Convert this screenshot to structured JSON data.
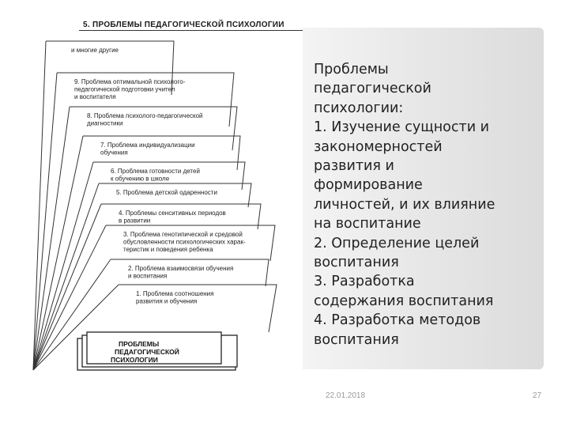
{
  "diagram": {
    "title": "5. ПРОБЛЕМЫ ПЕДАГОГИЧЕСКОЙ ПСИХОЛОГИИ",
    "core_lines": [
      "ПРОБЛЕМЫ",
      "ПЕДАГОГИЧЕСКОЙ",
      "ПСИХОЛОГИИ"
    ],
    "items": [
      {
        "lines": [
          "и многие другие"
        ]
      },
      {
        "lines": [
          "9. Проблема оптимальной психолого-",
          "педагогической подготовки учител",
          "и воспитателя"
        ]
      },
      {
        "lines": [
          "8. Проблема психолого-педагогической",
          "диагностики"
        ]
      },
      {
        "lines": [
          "7. Проблема индивидуализации",
          "обучения"
        ]
      },
      {
        "lines": [
          "6. Проблема готовности детей",
          "к обучению в школе"
        ]
      },
      {
        "lines": [
          "5. Проблема детской одаренности"
        ]
      },
      {
        "lines": [
          "4. Проблемы сенситивных периодов",
          "в развитии"
        ]
      },
      {
        "lines": [
          "3. Проблема генотипической и средовой",
          "обусловленности психологических харак-",
          "теристик и поведения ребенка"
        ]
      },
      {
        "lines": [
          "2. Проблема взаимосвязи обучения",
          "и воспитания"
        ]
      },
      {
        "lines": [
          "1. Проблема соотношения",
          "развития и обучения"
        ]
      }
    ]
  },
  "panel": {
    "text": "Проблемы\nпедагогической\nпсихологии:\n1. Изучение сущности и\nзакономерностей\nразвития и\nформирование\nличностей, и их влияние\nна воспитание\n2. Определение целей\nвоспитания\n3. Разработка\nсодержания воспитания\n4. Разработка методов\nвоспитания"
  },
  "footer": {
    "date": "22.01.2018",
    "page_number": "27"
  }
}
